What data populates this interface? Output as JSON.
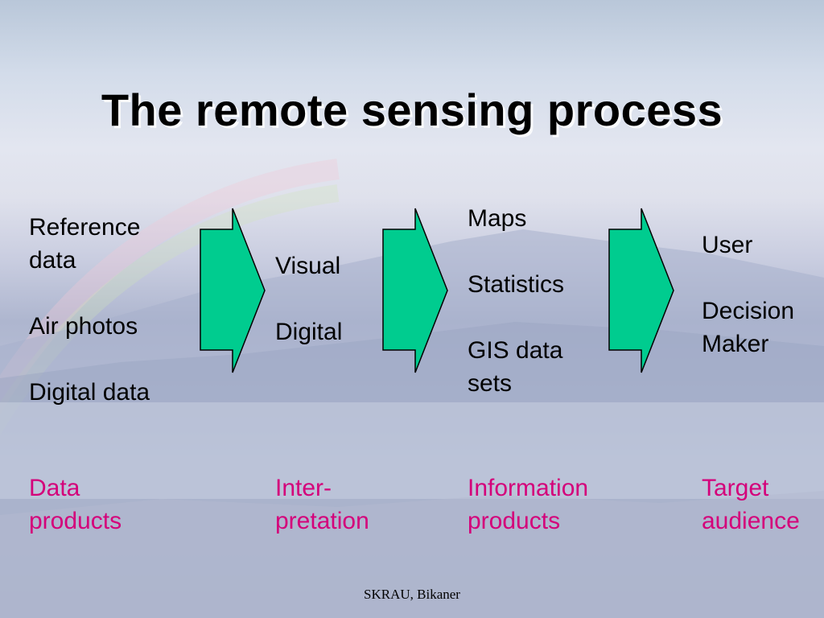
{
  "title": "The remote sensing process",
  "columns": [
    {
      "items": [
        "Reference\ndata",
        "Air photos",
        "Digital data"
      ],
      "category": "Data\nproducts"
    },
    {
      "items": [
        "Visual",
        "Digital"
      ],
      "category": "Inter-\npretation"
    },
    {
      "items": [
        "Maps",
        "Statistics",
        "GIS data\nsets"
      ],
      "category": "Information\nproducts"
    },
    {
      "items": [
        "User",
        "Decision\nMaker"
      ],
      "category": "Target\naudience"
    }
  ],
  "footer": "SKRAU, Bikaner",
  "colors": {
    "arrow_fill": "#00cc8f",
    "arrow_stroke": "#000000",
    "category_text": "#d4007a"
  }
}
